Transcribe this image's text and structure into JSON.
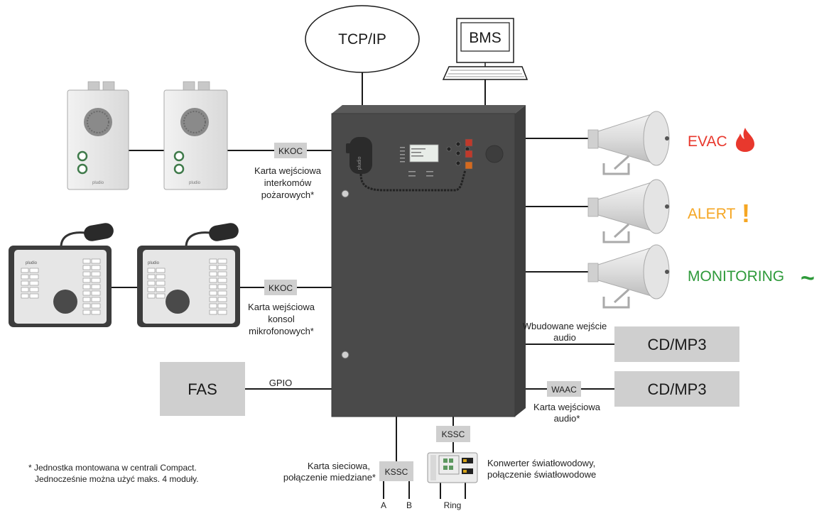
{
  "network": {
    "tcpip_label": "TCP/IP",
    "bms_label": "BMS"
  },
  "device_brand": "pludio",
  "modules": {
    "kkoc_label": "KKOC",
    "kssc_label": "KSSC",
    "waac_label": "WAAC",
    "gpio_label": "GPIO"
  },
  "notes": {
    "intercom_card": [
      "Karta wejściowa",
      "interkomów",
      "pożarowych*"
    ],
    "console_card": [
      "Karta wejściowa",
      "konsol",
      "mikrofonowych*"
    ],
    "builtin_audio": [
      "Wbudowane wejście",
      "audio"
    ],
    "audio_card": [
      "Karta wejściowa",
      "audio*"
    ],
    "network_card": [
      "Karta sieciowa,",
      "połączenie miedziane*"
    ],
    "fiber_converter": [
      "Konwerter światłowodowy,",
      "połączenie światłowodowe"
    ],
    "footnote": [
      "* Jednostka montowana w centrali Compact.",
      "Jednocześnie można użyć maks. 4 moduły."
    ]
  },
  "outputs": {
    "evac": "EVAC",
    "alert": "ALERT",
    "alert_symbol": "!",
    "monitoring": "MONITORING",
    "monitoring_symbol": "~",
    "colors": {
      "evac": "#e8382d",
      "alert": "#f5a623",
      "monitoring": "#2e9a3a"
    }
  },
  "sources": {
    "fas_label": "FAS",
    "cd_top_label": "CD/MP3",
    "cd_bottom_label": "CD/MP3"
  },
  "terminals": {
    "a": "A",
    "b": "B",
    "ring": "Ring"
  }
}
